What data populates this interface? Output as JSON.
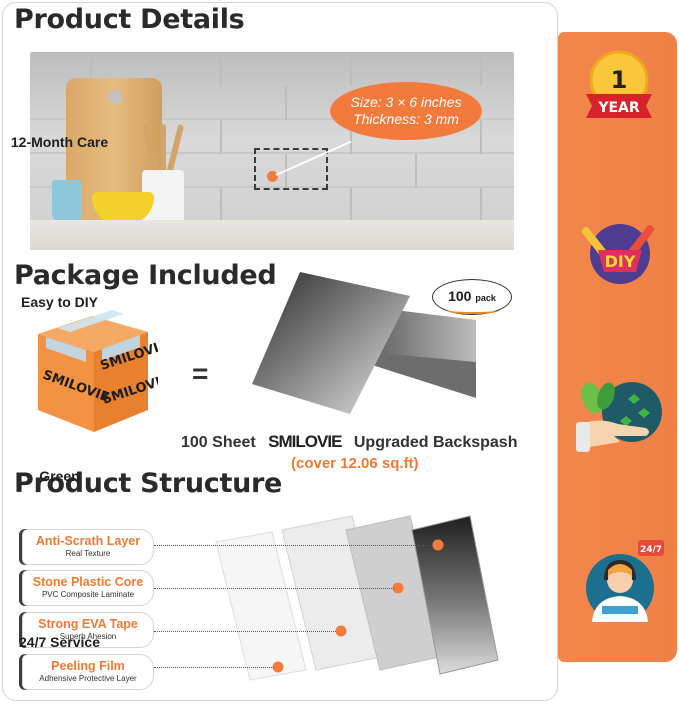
{
  "sections": {
    "product_details": "Product  Details",
    "package_included": "Package Included",
    "product_structure": "Product Structure"
  },
  "details": {
    "size": "Size: 3 × 6 inches",
    "thickness": "Thickness: 3 mm"
  },
  "package": {
    "box_brand": "SMILOVIE",
    "equals": "=",
    "pack_count": "100",
    "pack_unit": "pack",
    "caption_before": "100 Sheet",
    "brand": "SMILOVIE",
    "caption_after": "Upgraded Backspash",
    "coverage": "(cover 12.06 sq.ft)"
  },
  "layers": [
    {
      "name": "Anti-Scrath Layer",
      "desc": "Real Texture"
    },
    {
      "name": "Stone Plastic Core",
      "desc": "PVC Composite Laminate"
    },
    {
      "name": "Strong EVA Tape",
      "desc": "Superb Ahesion"
    },
    {
      "name": "Peeling Film",
      "desc": "Adhensive Protective Layer"
    }
  ],
  "side_panel": {
    "items": [
      {
        "label": "12-Month Care",
        "icon": "one-year-badge-icon",
        "badge_number": "1",
        "badge_word": "YEAR"
      },
      {
        "label": "Easy to DIY",
        "icon": "diy-tools-icon",
        "badge_word": "DIY"
      },
      {
        "label": "Green",
        "icon": "hand-leaf-icon"
      },
      {
        "label": "24/7 Service",
        "icon": "support-agent-icon",
        "badge_word": "24/7"
      }
    ]
  },
  "colors": {
    "accent": "#f37a3d",
    "panel": "#f3874b",
    "title": "#2a2a2a"
  }
}
